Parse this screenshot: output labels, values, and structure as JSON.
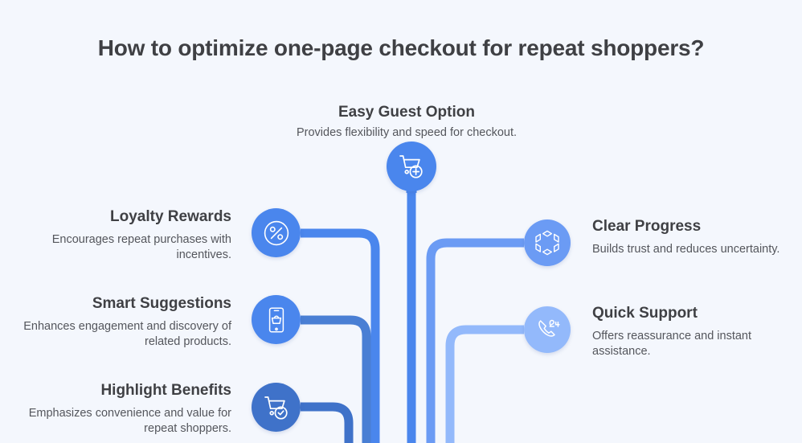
{
  "page": {
    "title": "How to optimize one-page checkout for repeat shoppers?",
    "background_color": "#f4f7fd",
    "text_color": "#3f4044"
  },
  "nodes": {
    "top": {
      "label": "Easy Guest Option",
      "description": "Provides flexibility and speed for checkout.",
      "icon": "cart-plus-icon",
      "color": "#4a86ed"
    },
    "left": [
      {
        "label": "Loyalty Rewards",
        "description": "Encourages repeat purchases with incentives.",
        "icon": "percent-discount-icon",
        "color": "#4a86ed"
      },
      {
        "label": "Smart Suggestions",
        "description": "Enhances engagement and discovery of related products.",
        "icon": "mobile-basket-icon",
        "color": "#4a86ed"
      },
      {
        "label": "Highlight Benefits",
        "description": "Emphasizes convenience and value for repeat shoppers.",
        "icon": "cart-check-icon",
        "color": "#3f72c9"
      }
    ],
    "right": [
      {
        "label": "Clear Progress",
        "description": "Builds trust and reduces uncertainty.",
        "icon": "hexagon-progress-icon",
        "color": "#6b9bf4"
      },
      {
        "label": "Quick Support",
        "description": "Offers reassurance and instant assistance.",
        "icon": "phone-24-support-icon",
        "color": "#93b9fb"
      }
    ]
  },
  "connectors": {
    "trunk_colors": [
      "#3f72c9",
      "#4a7fd4",
      "#4a86ed",
      "#4d8bf2",
      "#6b9bf4",
      "#93b9fb"
    ]
  }
}
